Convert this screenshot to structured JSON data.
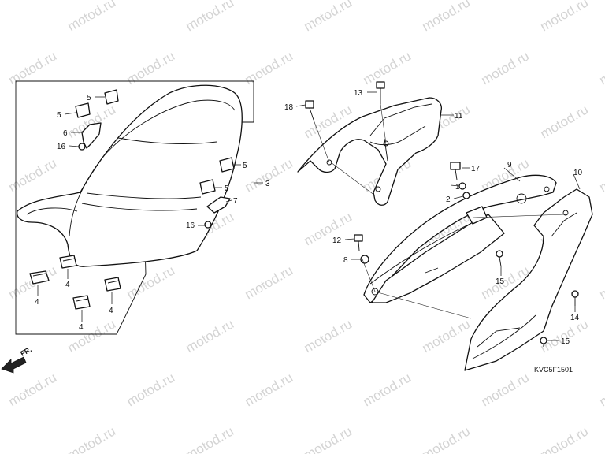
{
  "watermark": "motod.ru",
  "diagram_code": "KVC5F1501",
  "front_label": "FR.",
  "callouts": {
    "p1": "1",
    "p2": "2",
    "p3": "3",
    "p4a": "4",
    "p4b": "4",
    "p4c": "4",
    "p4d": "4",
    "p5a": "5",
    "p5b": "5",
    "p5c": "5",
    "p5d": "5",
    "p6": "6",
    "p7": "7",
    "p8": "8",
    "p9": "9",
    "p10": "10",
    "p11": "11",
    "p12": "12",
    "p13": "13",
    "p14": "14",
    "p15a": "15",
    "p15b": "15",
    "p16a": "16",
    "p16b": "16",
    "p17": "17",
    "p18": "18"
  }
}
